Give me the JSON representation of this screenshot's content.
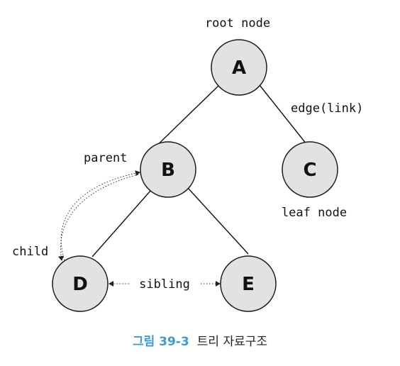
{
  "figure": {
    "nodes": [
      {
        "id": "A",
        "label": "A"
      },
      {
        "id": "B",
        "label": "B"
      },
      {
        "id": "C",
        "label": "C"
      },
      {
        "id": "D",
        "label": "D"
      },
      {
        "id": "E",
        "label": "E"
      }
    ],
    "edges": [
      {
        "from": "A",
        "to": "B"
      },
      {
        "from": "A",
        "to": "C"
      },
      {
        "from": "B",
        "to": "D"
      },
      {
        "from": "B",
        "to": "E"
      }
    ],
    "annotations": {
      "root": "root node",
      "edge": "edge(link)",
      "parent": "parent",
      "leaf": "leaf node",
      "child": "child",
      "sibling": "sibling"
    },
    "caption": {
      "number": "그림 39-3",
      "title": "트리 자료구조"
    },
    "colors": {
      "node_fill": "#e2e2e2",
      "caption_accent": "#3a9bd8"
    }
  }
}
